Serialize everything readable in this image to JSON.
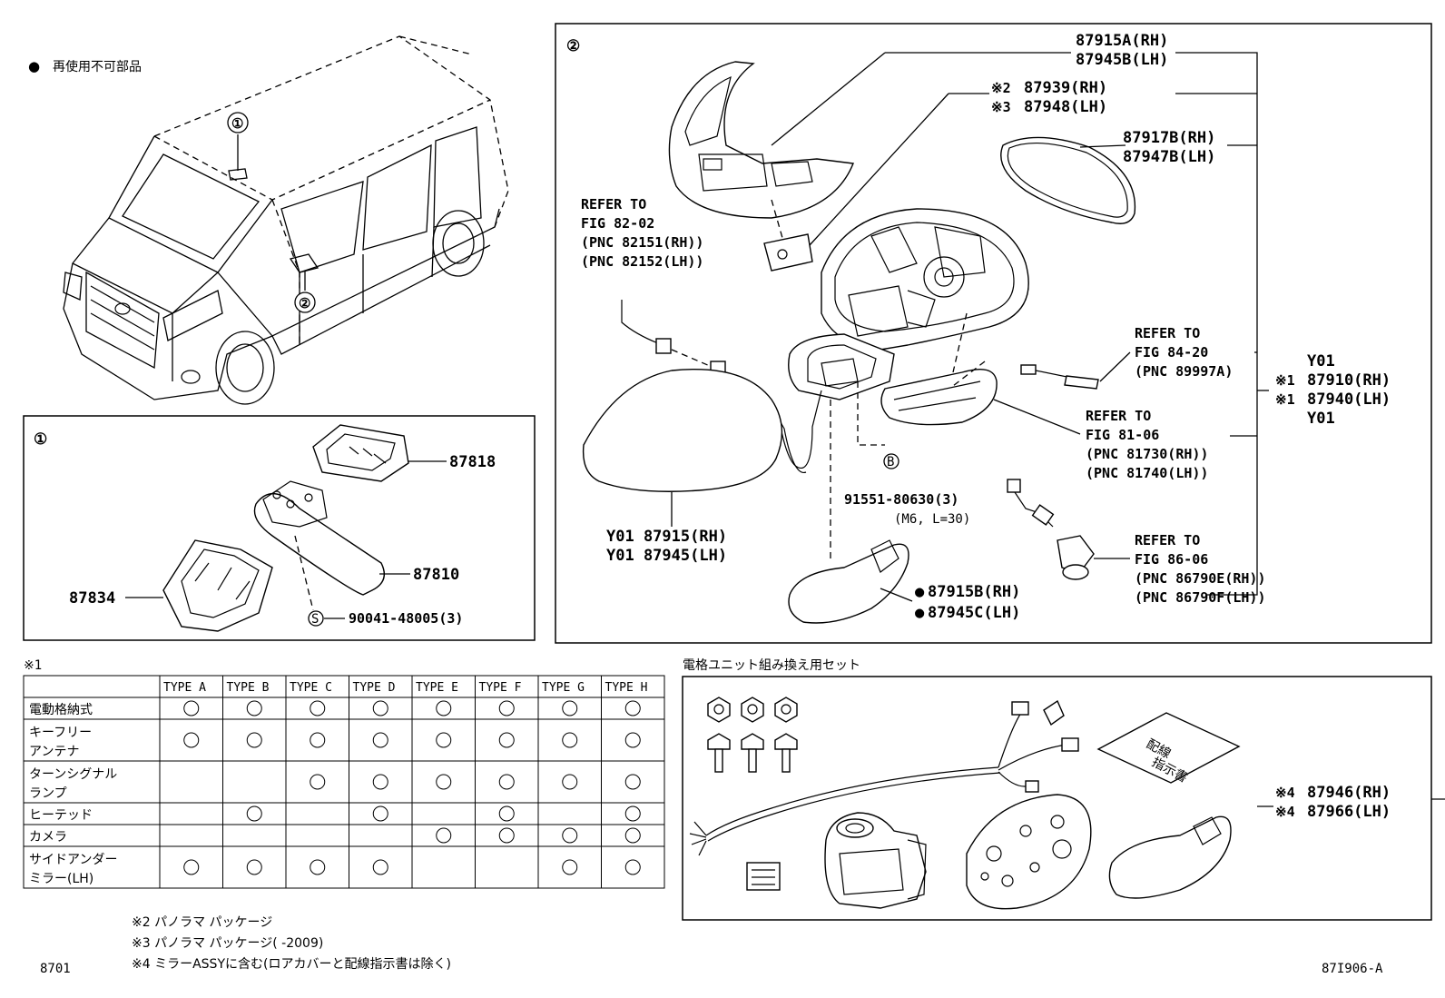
{
  "legend": {
    "symbol": "●",
    "text": "再使用不可部品"
  },
  "callouts": {
    "one": "①",
    "two": "②"
  },
  "panel1": {
    "label": "①",
    "parts": {
      "p87818": "87818",
      "p87810": "87810",
      "p87834": "87834",
      "screw_symbol": "S",
      "screw": "90041-48005(3)"
    }
  },
  "panel2": {
    "label": "②",
    "parts": {
      "cover_a_rh": "87915A(RH)",
      "cover_a_lh": "87945B(LH)",
      "pad_rh_mark": "※2",
      "pad_rh": "87939(RH)",
      "pad_lh_mark": "※3",
      "pad_lh": "87948(LH)",
      "glass_rh": "87917B(RH)",
      "glass_lh": "87947B(LH)",
      "ref82_1": "REFER TO",
      "ref82_2": "FIG 82-02",
      "ref82_3": "(PNC 82151(RH))",
      "ref82_4": "(PNC 82152(LH))",
      "ref84_1": "REFER TO",
      "ref84_2": "FIG 84-20",
      "ref84_3": "(PNC 89997A)",
      "ref81_1": "REFER TO",
      "ref81_2": "FIG 81-06",
      "ref81_3": "(PNC 81730(RH))",
      "ref81_4": "(PNC 81740(LH))",
      "ref86_1": "REFER TO",
      "ref86_2": "FIG 86-06",
      "ref86_3": "(PNC 86790E(RH))",
      "ref86_4": "(PNC 86790F(LH))",
      "assy_y01_top": "Y01",
      "assy_rh_mark": "※1",
      "assy_rh": "87910(RH)",
      "assy_lh_mark": "※1",
      "assy_lh": "87940(LH)",
      "assy_y01_bottom": "Y01",
      "bolt_symbol": "B",
      "bolt": "91551-80630(3)",
      "bolt_spec": "(M6, L=30)",
      "cap_rh": "Y01 87915(RH)",
      "cap_lh": "Y01 87945(LH)",
      "lower_rh_mark": "●",
      "lower_rh": "87915B(RH)",
      "lower_lh_mark": "●",
      "lower_lh": "87945C(LH)"
    }
  },
  "table": {
    "note": "※1",
    "headers": [
      "TYPE A",
      "TYPE B",
      "TYPE C",
      "TYPE D",
      "TYPE E",
      "TYPE F",
      "TYPE G",
      "TYPE H"
    ],
    "rows": [
      {
        "label1": "電動格納式",
        "label2": "",
        "marks": [
          true,
          true,
          true,
          true,
          true,
          true,
          true,
          true
        ]
      },
      {
        "label1": "キーフリー",
        "label2": "アンテナ",
        "marks": [
          true,
          true,
          true,
          true,
          true,
          true,
          true,
          true
        ]
      },
      {
        "label1": "ターンシグナル",
        "label2": "ランプ",
        "marks": [
          false,
          false,
          true,
          true,
          true,
          true,
          true,
          true
        ]
      },
      {
        "label1": "ヒーテッド",
        "label2": "",
        "marks": [
          false,
          true,
          false,
          true,
          false,
          true,
          false,
          true
        ]
      },
      {
        "label1": "カメラ",
        "label2": "",
        "marks": [
          false,
          false,
          false,
          false,
          true,
          true,
          true,
          true
        ]
      },
      {
        "label1": "サイドアンダー",
        "label2": "ミラー(LH)",
        "marks": [
          true,
          true,
          true,
          true,
          false,
          false,
          true,
          true
        ]
      }
    ],
    "mark_symbol": "○"
  },
  "kit": {
    "title": "電格ユニット組み換え用セット",
    "doc_line1": "配線",
    "doc_line2": "指示書",
    "rh_mark": "※4",
    "rh": "87946(RH)",
    "lh_mark": "※4",
    "lh": "87966(LH)"
  },
  "footnotes": {
    "n2": "※2 パノラマ パッケージ",
    "n3": "※3 パノラマ パッケージ(     -2009)",
    "n4": "※4 ミラーASSYに含む(ロアカバーと配線指示書は除く)"
  },
  "page_code": "8701",
  "figure_code": "87I906-A"
}
